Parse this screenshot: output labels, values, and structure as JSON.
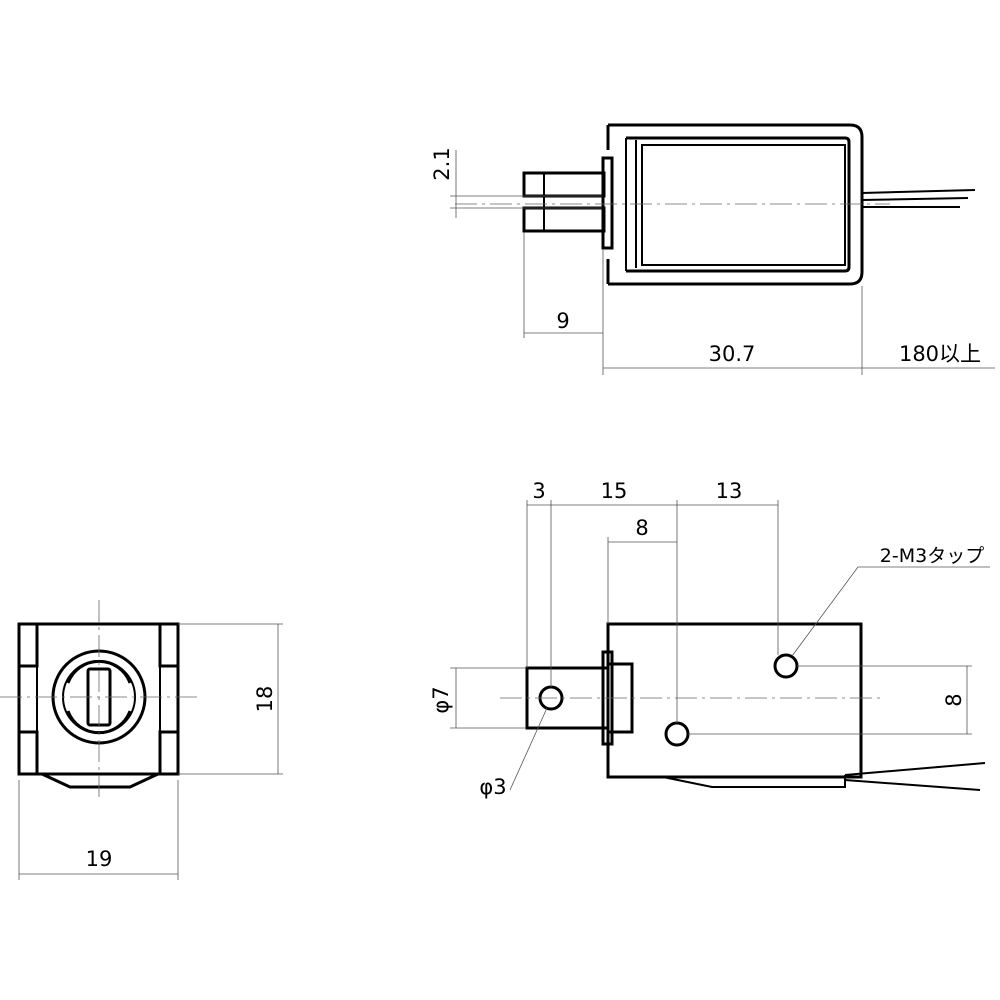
{
  "top_view": {
    "dim_pin_height": "2.1",
    "dim_plunger_length": "9",
    "dim_body_length": "30.7",
    "dim_lead_length": "180以上"
  },
  "front_view": {
    "dim_width": "19",
    "dim_height": "18"
  },
  "side_view": {
    "dim_offset_3": "3",
    "dim_offset_15": "15",
    "dim_offset_13": "13",
    "dim_offset_8": "8",
    "dim_tap_spacing": "8",
    "dim_plunger_dia": "φ7",
    "dim_hole_dia": "φ3",
    "tap_note": "2-M3タップ"
  }
}
